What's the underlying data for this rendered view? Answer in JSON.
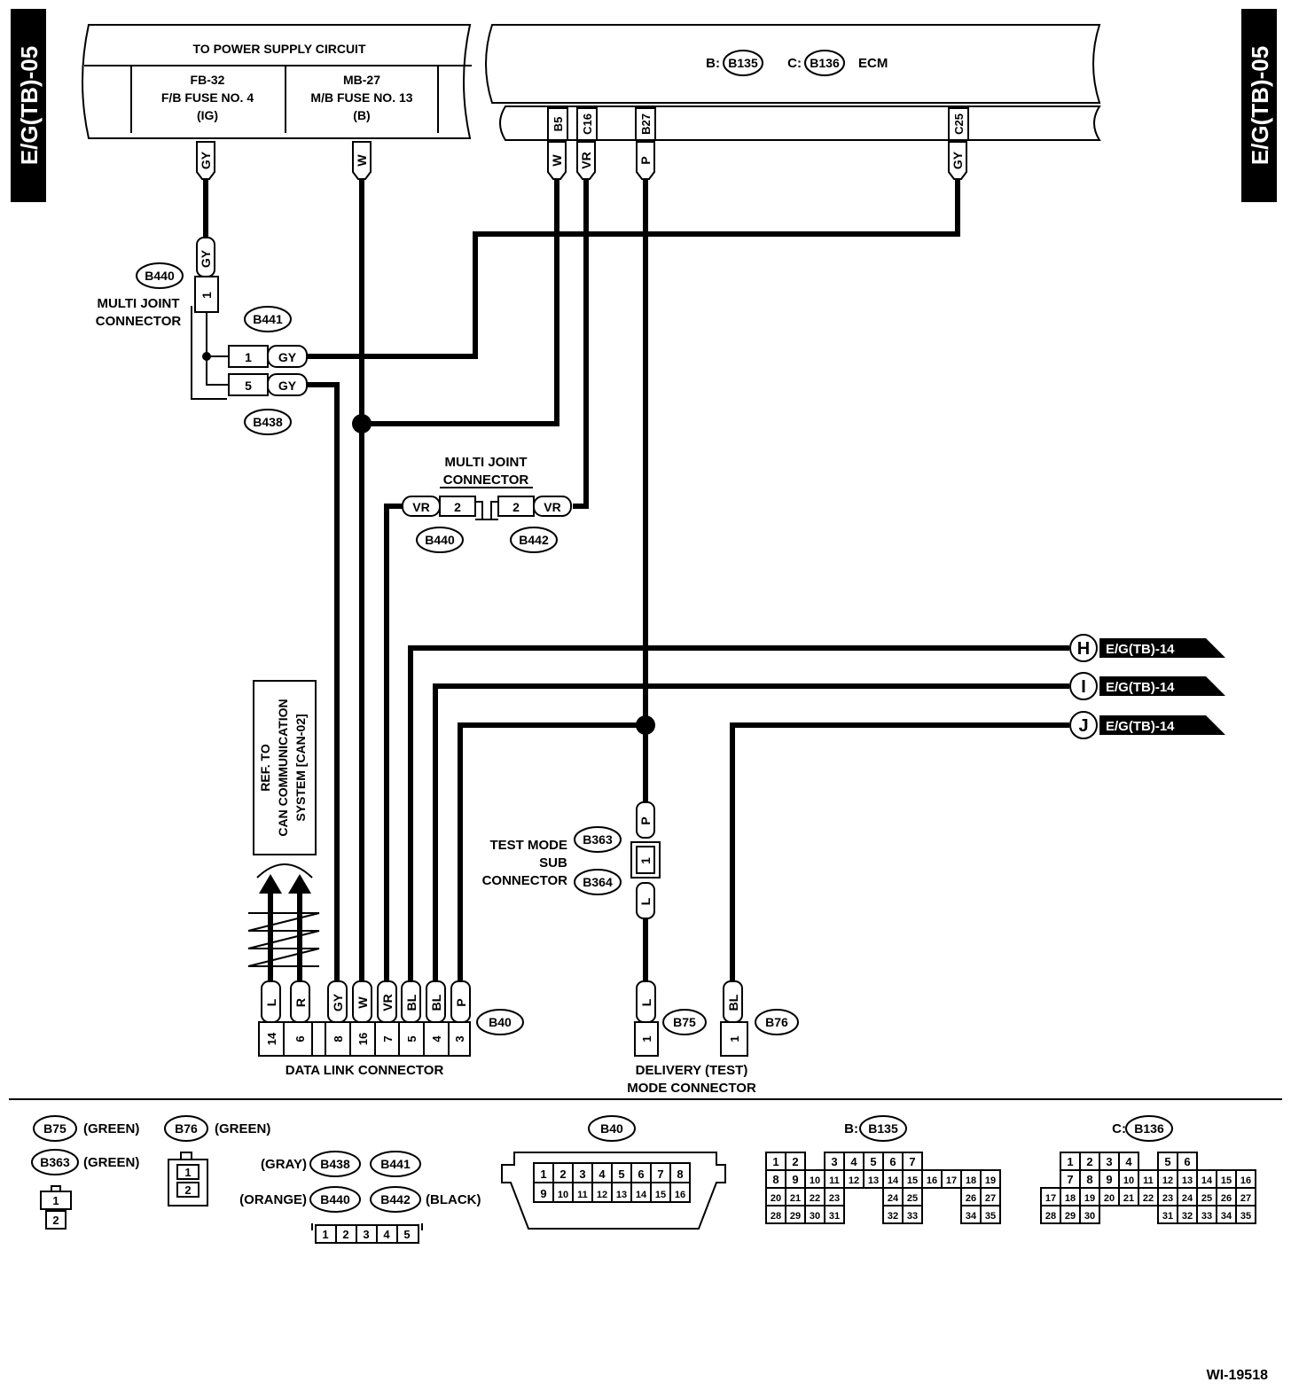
{
  "side_tabs": {
    "left": "E/G(TB)-05",
    "right": "E/G(TB)-05"
  },
  "power_supply": {
    "title": "TO POWER SUPPLY CIRCUIT",
    "fuse1": [
      "FB-32",
      "F/B FUSE NO. 4",
      "(IG)"
    ],
    "fuse2": [
      "MB-27",
      "M/B FUSE NO. 13",
      "(B)"
    ]
  },
  "ecm": {
    "b_prefix": "B:",
    "b_conn": "B135",
    "c_prefix": "C:",
    "c_conn": "B136",
    "label": "ECM",
    "pins": [
      "B5",
      "C16",
      "B27",
      "C25"
    ]
  },
  "wire_colors": {
    "gy": "GY",
    "w": "W",
    "vr": "VR",
    "p": "P",
    "bl": "BL",
    "l": "L",
    "r": "R"
  },
  "multi_joint_1": {
    "label": [
      "MULTI JOINT",
      "CONNECTOR"
    ],
    "connectors": {
      "b440": "B440",
      "b441": "B441",
      "b438": "B438"
    },
    "pins": {
      "b440": "1",
      "b441": "1",
      "b438": "5"
    }
  },
  "multi_joint_2": {
    "label": [
      "MULTI JOINT",
      "CONNECTOR"
    ],
    "left_conn": "B440",
    "right_conn": "B442",
    "left_pin": "2",
    "right_pin": "2"
  },
  "offpage": [
    {
      "letter": "H",
      "ref": "E/G(TB)-14"
    },
    {
      "letter": "I",
      "ref": "E/G(TB)-14"
    },
    {
      "letter": "J",
      "ref": "E/G(TB)-14"
    }
  ],
  "can_ref": [
    "REF. TO",
    "CAN COMMUNICATION",
    "SYSTEM [CAN-02]"
  ],
  "test_mode": {
    "label": [
      "TEST MODE",
      "SUB",
      "CONNECTOR"
    ],
    "conn1": "B363",
    "conn2": "B364",
    "pin": "1"
  },
  "dlc": {
    "label": "DATA LINK CONNECTOR",
    "conn": "B40",
    "pins": [
      "14",
      "6",
      "8",
      "16",
      "7",
      "5",
      "4",
      "3"
    ],
    "colors": [
      "L",
      "R",
      "GY",
      "W",
      "VR",
      "BL",
      "BL",
      "P"
    ]
  },
  "delivery": {
    "label": [
      "DELIVERY (TEST)",
      "MODE CONNECTOR"
    ],
    "b75": "B75",
    "b76": "B76",
    "pin": "1"
  },
  "legend": {
    "b75": {
      "conn": "B75",
      "color": "(GREEN)"
    },
    "b76": {
      "conn": "B76",
      "color": "(GREEN)"
    },
    "b363": {
      "conn": "B363",
      "color": "(GREEN)"
    },
    "b438": {
      "conn": "B438",
      "color": "(GRAY)"
    },
    "b441": {
      "conn": "B441"
    },
    "b440": {
      "conn": "B440",
      "color": "(ORANGE)"
    },
    "b442": {
      "conn": "B442",
      "color": "(BLACK)"
    },
    "b40": {
      "conn": "B40"
    },
    "b135": {
      "prefix": "B:",
      "conn": "B135"
    },
    "b136": {
      "prefix": "C:",
      "conn": "B136"
    },
    "pins_1_2": [
      "1",
      "2"
    ],
    "pins_1_5": [
      "1",
      "2",
      "3",
      "4",
      "5"
    ],
    "b40_rows": [
      [
        "1",
        "2",
        "3",
        "4",
        "5",
        "6",
        "7",
        "8"
      ],
      [
        "9",
        "10",
        "11",
        "12",
        "13",
        "14",
        "15",
        "16"
      ]
    ],
    "b135_rows": [
      [
        "1",
        "2",
        "",
        "3",
        "4",
        "5",
        "6",
        "7"
      ],
      [
        "8",
        "9",
        "10",
        "11",
        "12",
        "13",
        "14",
        "15",
        "16",
        "17",
        "18",
        "19"
      ],
      [
        "20",
        "21",
        "22",
        "23",
        "",
        "",
        "24",
        "25",
        "",
        "",
        "26",
        "27"
      ],
      [
        "28",
        "29",
        "30",
        "31",
        "",
        "",
        "32",
        "33",
        "",
        "",
        "34",
        "35"
      ]
    ],
    "b136_rows": [
      [
        "",
        "1",
        "2",
        "3",
        "4",
        "",
        "5",
        "6"
      ],
      [
        "",
        "7",
        "8",
        "9",
        "10",
        "11",
        "12",
        "13",
        "14",
        "15",
        "16"
      ],
      [
        "17",
        "18",
        "19",
        "20",
        "21",
        "22",
        "23",
        "24",
        "25",
        "26",
        "27"
      ],
      [
        "28",
        "29",
        "30",
        "",
        "",
        "",
        "31",
        "32",
        "33",
        "34",
        "35"
      ]
    ]
  },
  "figure_id": "WI-19518"
}
